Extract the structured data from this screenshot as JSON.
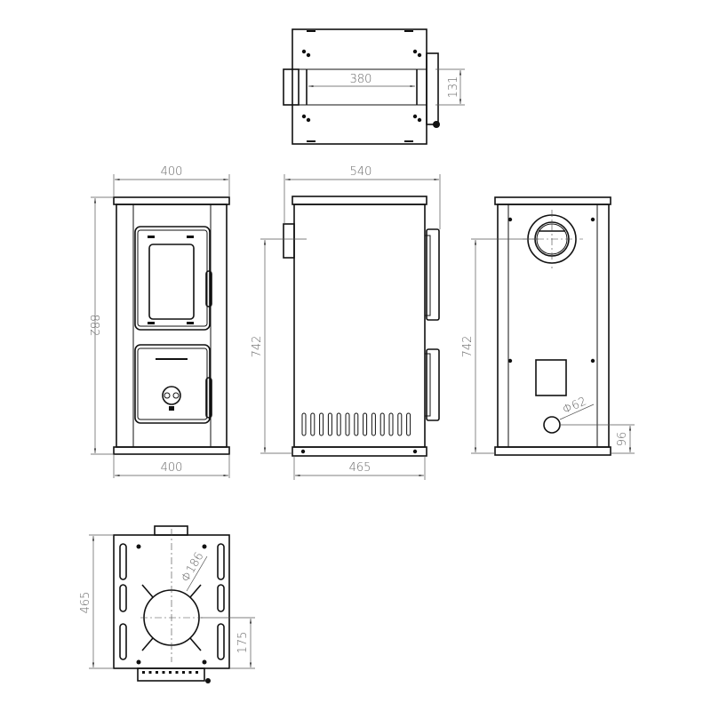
{
  "top_view": {
    "dim_width": "380",
    "dim_height": "131"
  },
  "front_view": {
    "dim_width_top": "400",
    "dim_width_bottom": "400",
    "dim_height": "882"
  },
  "side_view": {
    "dim_depth_total": "540",
    "dim_depth_body": "465",
    "dim_flue_height": "742"
  },
  "back_view": {
    "dim_flue_height": "742",
    "dim_air_inlet_diameter": "Φ62",
    "dim_air_inlet_height": "96"
  },
  "bottom_view": {
    "dim_depth": "465",
    "dim_outlet_diameter": "Φ186",
    "dim_outlet_offset": "175"
  }
}
